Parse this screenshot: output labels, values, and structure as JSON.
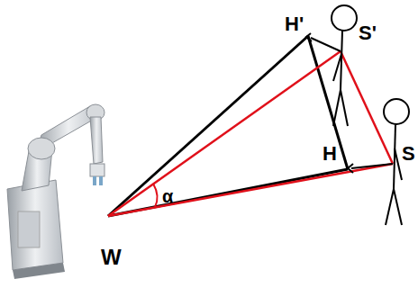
{
  "diagram": {
    "labels": [
      "H'",
      "S'",
      "H",
      "S",
      "α",
      "W"
    ]
  }
}
